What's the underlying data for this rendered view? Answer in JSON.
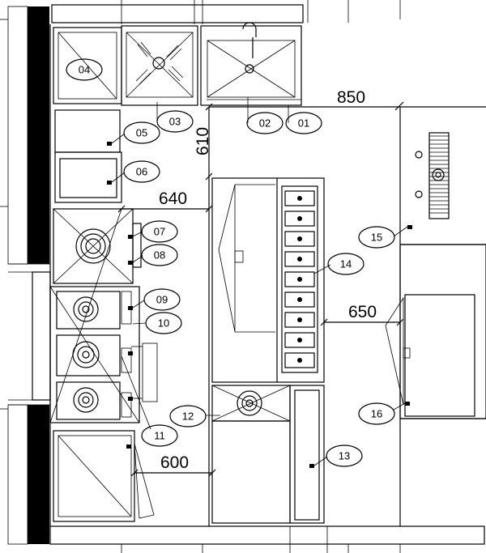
{
  "dimensions": {
    "d850": "850",
    "d610": "610",
    "d640": "640",
    "d650": "650",
    "d600": "600"
  },
  "labels": [
    "01",
    "02",
    "03",
    "04",
    "05",
    "06",
    "07",
    "08",
    "09",
    "10",
    "11",
    "12",
    "13",
    "14",
    "15",
    "16"
  ],
  "colors": {
    "line": "#000000",
    "background": "#ffffff"
  }
}
